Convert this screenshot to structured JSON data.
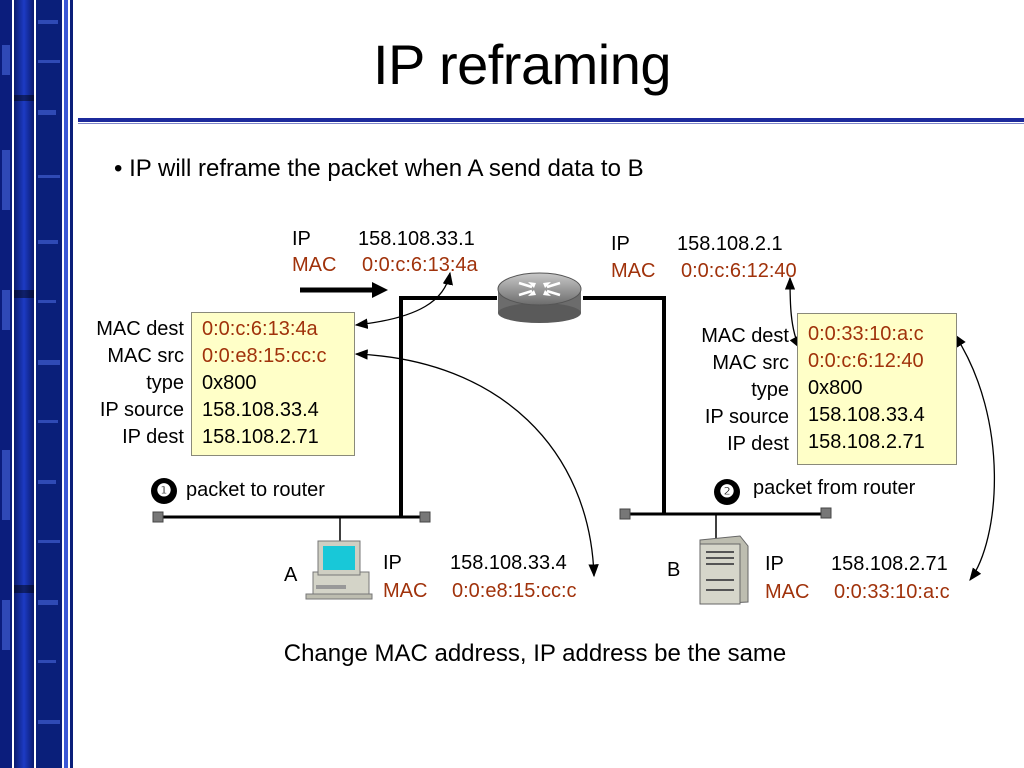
{
  "title": "IP reframing",
  "bullet": "IP will reframe the packet when A send data to B",
  "router": {
    "left": {
      "ip_label": "IP",
      "ip": "158.108.33.1",
      "mac_label": "MAC",
      "mac": "0:0:c:6:13:4a"
    },
    "right": {
      "ip_label": "IP",
      "ip": "158.108.2.1",
      "mac_label": "MAC",
      "mac": "0:0:c:6:12:40"
    }
  },
  "packet1": {
    "step": "❶",
    "caption": "packet to router",
    "labels": [
      "MAC dest",
      "MAC src",
      "type",
      "IP  source",
      "IP  dest"
    ],
    "values": [
      "0:0:c:6:13:4a",
      "0:0:e8:15:cc:c",
      "0x800",
      "158.108.33.4",
      "158.108.2.71"
    ]
  },
  "packet2": {
    "step": "❷",
    "caption": "packet from router",
    "labels": [
      "MAC dest",
      "MAC src",
      "type",
      "IP  source",
      "IP  dest"
    ],
    "values": [
      "0:0:33:10:a:c",
      "0:0:c:6:12:40",
      "0x800",
      "158.108.33.4",
      "158.108.2.71"
    ]
  },
  "host_a": {
    "name": "A",
    "ip_label": "IP",
    "ip": "158.108.33.4",
    "mac_label": "MAC",
    "mac": "0:0:e8:15:cc:c"
  },
  "host_b": {
    "name": "B",
    "ip_label": "IP",
    "ip": "158.108.2.71",
    "mac_label": "MAC",
    "mac": "0:0:33:10:a:c"
  },
  "caption": "Change MAC address, IP address be the same",
  "colors": {
    "title_rule": "#1c2a9c",
    "mac_text": "#a0320b",
    "packet_fill": "#ffffc8",
    "sidebar": "#0a1f7a"
  }
}
